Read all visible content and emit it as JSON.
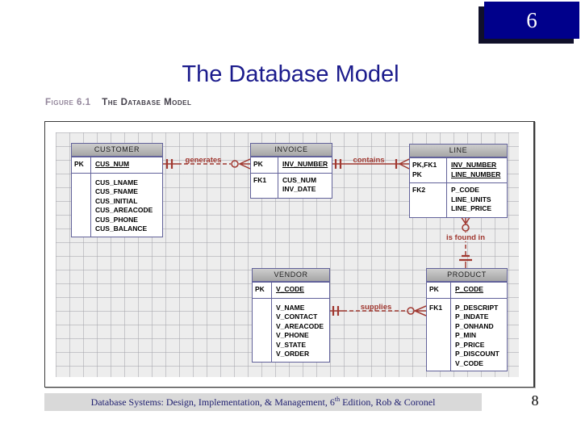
{
  "slide": {
    "chapter_number": "6",
    "title": "The Database Model",
    "figure_label": "Figure 6.1",
    "figure_title": "The Database Model",
    "footer": {
      "text_before_sup": "Database Systems: Design, Implementation, & Management, 6",
      "sup": "th",
      "text_after_sup": " Edition, Rob & Coronel"
    },
    "page_number": "8"
  },
  "colors": {
    "chapter_box_navy": "#00008b",
    "title_blue": "#1b1b8c",
    "relationship_red": "#a03830",
    "entity_border_purple": "#62629a",
    "entity_header_gray": "#b8b8b8",
    "grid_background": "#ededed",
    "footer_bar_gray": "#d9d9d9"
  },
  "diagram": {
    "tables": {
      "customer": {
        "name": "CUSTOMER",
        "sections": [
          {
            "keys": [
              "PK"
            ],
            "attrs": [
              {
                "name": "CUS_NUM",
                "underline": true
              }
            ]
          },
          {
            "keys": [],
            "attrs": [
              {
                "name": "CUS_LNAME"
              },
              {
                "name": "CUS_FNAME"
              },
              {
                "name": "CUS_INITIAL"
              },
              {
                "name": "CUS_AREACODE"
              },
              {
                "name": "CUS_PHONE"
              },
              {
                "name": "CUS_BALANCE"
              }
            ]
          }
        ]
      },
      "invoice": {
        "name": "INVOICE",
        "sections": [
          {
            "keys": [
              "PK"
            ],
            "attrs": [
              {
                "name": "INV_NUMBER",
                "underline": true
              }
            ]
          },
          {
            "keys": [
              "FK1"
            ],
            "attrs": [
              {
                "name": "CUS_NUM"
              },
              {
                "name": "INV_DATE"
              }
            ]
          }
        ]
      },
      "line": {
        "name": "LINE",
        "sections": [
          {
            "keys": [
              "PK,FK1",
              "PK"
            ],
            "attrs": [
              {
                "name": "INV_NUMBER",
                "underline": true
              },
              {
                "name": "LINE_NUMBER",
                "underline": true
              }
            ]
          },
          {
            "keys": [
              "FK2"
            ],
            "attrs": [
              {
                "name": "P_CODE"
              },
              {
                "name": "LINE_UNITS"
              },
              {
                "name": "LINE_PRICE"
              }
            ]
          }
        ]
      },
      "vendor": {
        "name": "VENDOR",
        "sections": [
          {
            "keys": [
              "PK"
            ],
            "attrs": [
              {
                "name": "V_CODE",
                "underline": true
              }
            ]
          },
          {
            "keys": [],
            "attrs": [
              {
                "name": "V_NAME"
              },
              {
                "name": "V_CONTACT"
              },
              {
                "name": "V_AREACODE"
              },
              {
                "name": "V_PHONE"
              },
              {
                "name": "V_STATE"
              },
              {
                "name": "V_ORDER"
              }
            ]
          }
        ]
      },
      "product": {
        "name": "PRODUCT",
        "sections": [
          {
            "keys": [
              "PK"
            ],
            "attrs": [
              {
                "name": "P_CODE",
                "underline": true
              }
            ]
          },
          {
            "keys": [
              "",
              "",
              "",
              "",
              "",
              "",
              "FK1"
            ],
            "attrs": [
              {
                "name": "P_DESCRIPT"
              },
              {
                "name": "P_INDATE"
              },
              {
                "name": "P_ONHAND"
              },
              {
                "name": "P_MIN"
              },
              {
                "name": "P_PRICE"
              },
              {
                "name": "P_DISCOUNT"
              },
              {
                "name": "V_CODE"
              }
            ]
          }
        ]
      }
    },
    "relationships": [
      {
        "label": "generates",
        "from": "CUSTOMER",
        "to": "INVOICE",
        "from_cardinality": "one and only one",
        "to_cardinality": "zero or many",
        "line_style": "dashed"
      },
      {
        "label": "contains",
        "from": "INVOICE",
        "to": "LINE",
        "from_cardinality": "one and only one",
        "to_cardinality": "one or many",
        "line_style": "solid"
      },
      {
        "label": "supplies",
        "from": "VENDOR",
        "to": "PRODUCT",
        "from_cardinality": "one and only one",
        "to_cardinality": "zero or many",
        "line_style": "dashed"
      },
      {
        "label": "is found in",
        "from": "LINE",
        "to": "PRODUCT",
        "from_cardinality": "zero or many",
        "to_cardinality": "one and only one",
        "line_style": "dashed"
      }
    ]
  }
}
